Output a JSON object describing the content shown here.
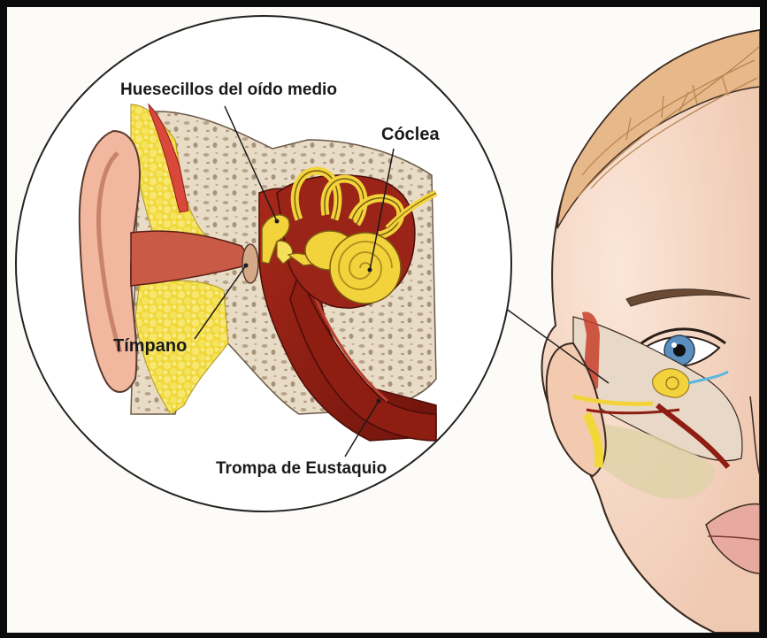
{
  "labels": {
    "ossicles": "Huesecillos del oído medio",
    "cochlea": "Cóclea",
    "eardrum": "Tímpano",
    "eustachian": "Trompa de Eustaquio"
  },
  "colors": {
    "skin": "#f3d7c4",
    "hair": "#e7b98a",
    "bone": "#e9dcc6",
    "fat": "#f4e04a",
    "tissue": "#8e1d12",
    "ossicle_gold": "#f2d33b",
    "iris": "#5a8fbf",
    "lips": "#e8a9a0"
  }
}
